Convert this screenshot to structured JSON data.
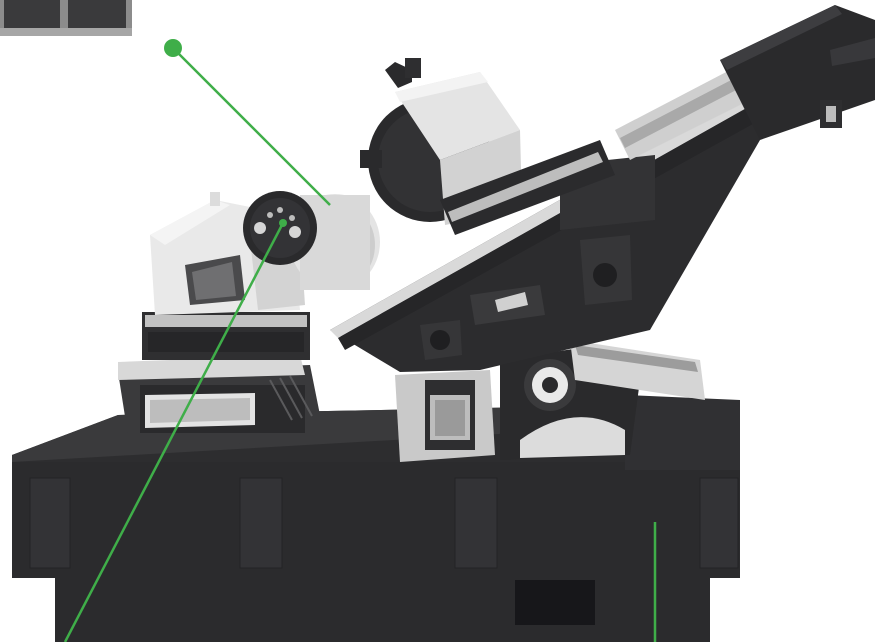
{
  "figure": {
    "subject": "",
    "colors": {
      "background": "#ffffff",
      "base_dark": "#2b2b2d",
      "base_mid": "#353537",
      "base_shadow": "#1f1f21",
      "housing_light": "#e6e6e6",
      "housing_mid": "#cfcfcf",
      "housing_shadow": "#b5b5b5",
      "steel": "#9a9a9a",
      "callout": "#3fae49"
    },
    "callouts": [
      {
        "name": "callout-spindle-housing"
      },
      {
        "name": "callout-chuck"
      },
      {
        "name": "callout-machine-base"
      }
    ]
  }
}
